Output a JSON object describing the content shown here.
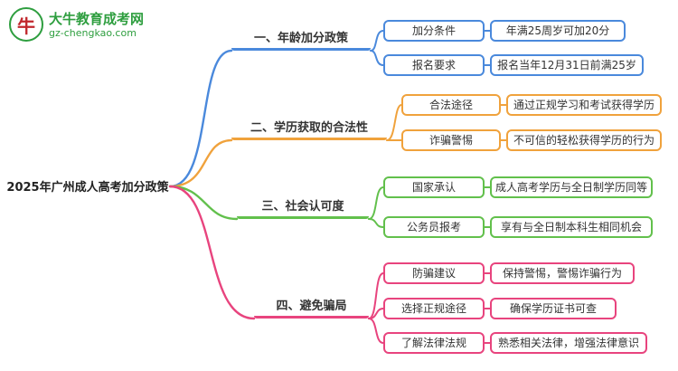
{
  "logo": {
    "title": "大牛教育成考网",
    "subtitle": "gz-chengkao.com",
    "icon": "bull-logo",
    "brand_color": "#2e9e3f"
  },
  "root": {
    "label": "2025年广州成人高考加分政策"
  },
  "branches": [
    {
      "label": "一、年龄加分政策",
      "color": "#4a89dc",
      "children": [
        {
          "label": "加分条件",
          "value": "年满25周岁可加20分"
        },
        {
          "label": "报名要求",
          "value": "报名当年12月31日前满25岁"
        }
      ]
    },
    {
      "label": "二、学历获取的合法性",
      "color": "#f0a23c",
      "children": [
        {
          "label": "合法途径",
          "value": "通过正规学习和考试获得学历"
        },
        {
          "label": "诈骗警惕",
          "value": "不可信的轻松获得学历的行为"
        }
      ]
    },
    {
      "label": "三、社会认可度",
      "color": "#62c04c",
      "children": [
        {
          "label": "国家承认",
          "value": "成人高考学历与全日制学历同等"
        },
        {
          "label": "公务员报考",
          "value": "享有与全日制本科生相同机会"
        }
      ]
    },
    {
      "label": "四、避免骗局",
      "color": "#e8447e",
      "children": [
        {
          "label": "防骗建议",
          "value": "保持警惕，警惕诈骗行为"
        },
        {
          "label": "选择正规途径",
          "value": "确保学历证书可查"
        },
        {
          "label": "了解法律法规",
          "value": "熟悉相关法律，增强法律意识"
        }
      ]
    }
  ]
}
